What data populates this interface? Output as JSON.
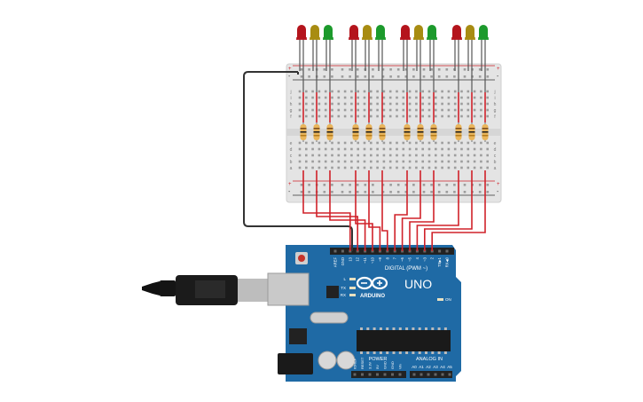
{
  "board": {
    "logo_text": "ARDUINO",
    "model": "UNO",
    "digital_label": "DIGITAL (PWM ~)",
    "power_label": "POWER",
    "analog_label": "ANALOG IN",
    "on_label": "ON",
    "l_label": "L",
    "tx_label": "TX",
    "rx_label": "RX",
    "digital_pins": [
      "AREF",
      "GND",
      "13",
      "12",
      "~11",
      "~10",
      "~9",
      "8",
      "7",
      "~6",
      "~5",
      "4",
      "~3",
      "2",
      "TX▶1",
      "RX◀0"
    ],
    "power_pins": [
      "IOREF",
      "RESET",
      "3.3V",
      "5V",
      "GND",
      "GND",
      "Vin"
    ],
    "analog_pins": [
      "A0",
      "A1",
      "A2",
      "A3",
      "A4",
      "A5"
    ]
  },
  "breadboard": {
    "row_letters_top": [
      "j",
      "i",
      "h",
      "g",
      "f"
    ],
    "row_letters_bottom": [
      "e",
      "d",
      "c",
      "b",
      "a"
    ],
    "rail_plus": "+",
    "rail_minus": "-"
  },
  "leds": {
    "groups": [
      [
        "red",
        "yellow",
        "green"
      ],
      [
        "red",
        "yellow",
        "green"
      ],
      [
        "red",
        "yellow",
        "green"
      ],
      [
        "red",
        "yellow",
        "green"
      ]
    ],
    "colors": {
      "red": "#b4141c",
      "yellow": "#a88c12",
      "green": "#1c9a2c"
    }
  },
  "colors": {
    "board": "#1f6aa5",
    "wire": "#d0222a",
    "ground_wire": "#333333",
    "breadboard": "#e4e4e4",
    "resistor": "#e9b55b"
  }
}
